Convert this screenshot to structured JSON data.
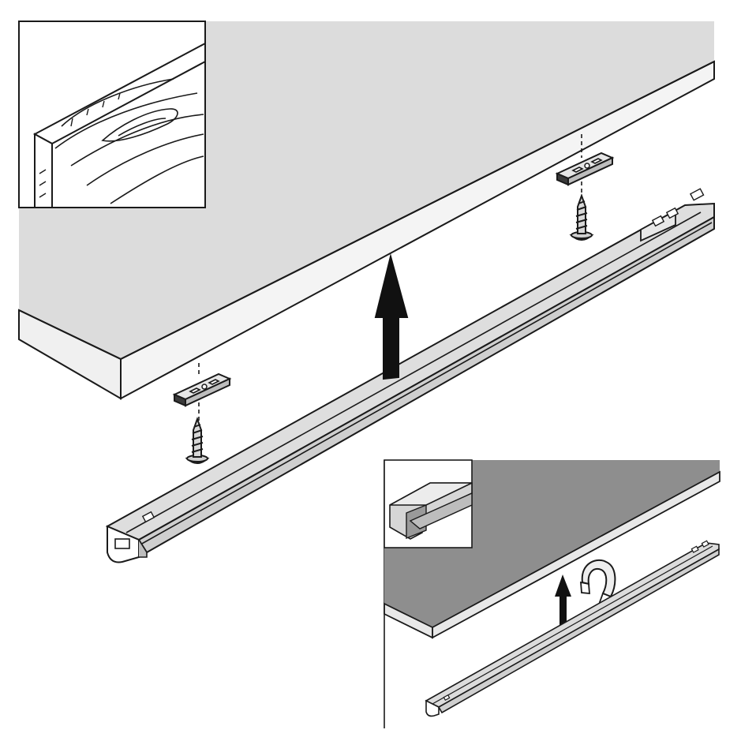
{
  "figure": {
    "type": "installation-illustration",
    "main_panel": {
      "inset": "wood-grain-material",
      "parts": [
        "shelf-board",
        "mounting-clip",
        "mounting-clip",
        "screw",
        "screw",
        "led-profile-rail",
        "mounting-direction-arrow"
      ]
    },
    "secondary_panel": {
      "inset": "metal-profile-material",
      "parts": [
        "shelf-board",
        "magnet-icon",
        "mounting-direction-arrow",
        "led-profile-rail"
      ]
    }
  }
}
